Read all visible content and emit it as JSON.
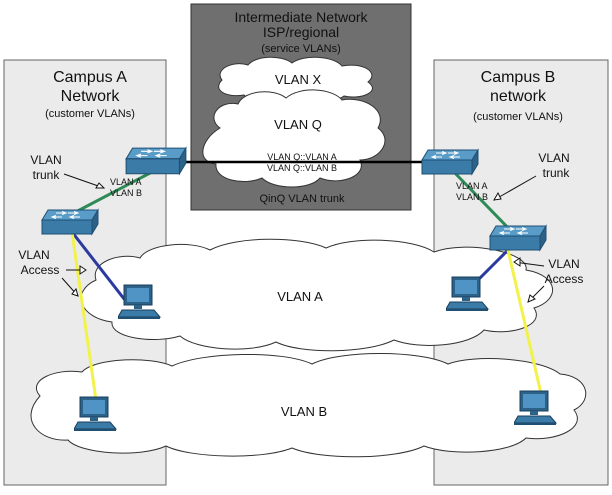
{
  "campus_a": {
    "title_line1": "Campus A",
    "title_line2": "Network",
    "subtitle": "(customer VLANs)",
    "trunk_label_line1": "VLAN",
    "trunk_label_line2": "trunk",
    "trunk_tag_a": "VLAN A",
    "trunk_tag_b": "VLAN B",
    "access_label_line1": "VLAN",
    "access_label_line2": "Access"
  },
  "intermediate": {
    "title_line1": "Intermediate Network",
    "title_line2": "ISP/regional",
    "subtitle": "(service VLANs)",
    "cloud_x": "VLAN X",
    "cloud_q": "VLAN Q",
    "qinq_line1": "VLAN Q::VLAN A",
    "qinq_line2": "VLAN Q::VLAN B",
    "trunk_label": "QinQ VLAN trunk"
  },
  "campus_b": {
    "title_line1": "Campus B",
    "title_line2": "network",
    "subtitle": "(customer VLANs)",
    "trunk_label_line1": "VLAN",
    "trunk_label_line2": "trunk",
    "trunk_tag_a": "VLAN A",
    "trunk_tag_b": "VLAN B",
    "access_label_line1": "VLAN",
    "access_label_line2": "Access"
  },
  "clouds": {
    "vlan_a": "VLAN A",
    "vlan_b": "VLAN B"
  },
  "colors": {
    "campus_fill": "#ebebeb",
    "intermediate_fill": "#6f6f6f",
    "switch_fill": "#3a7ba8",
    "trunk_line": "#2e8b57",
    "access_blue_line": "#2a3a9e",
    "access_yellow_line": "#f2f24a"
  }
}
